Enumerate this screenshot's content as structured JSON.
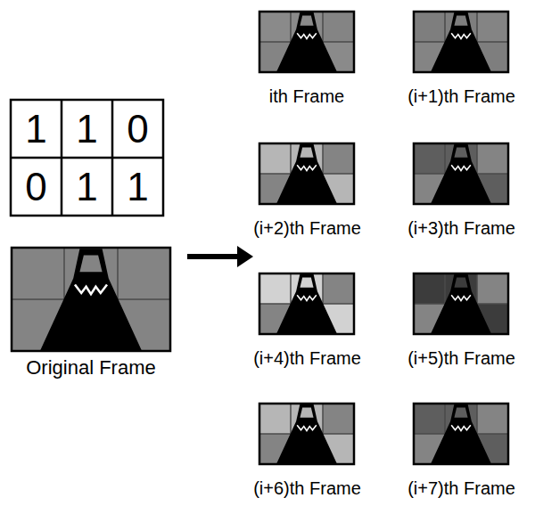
{
  "diagram": {
    "nodes": [
      {
        "text": [
          "Original Frame"
        ]
      },
      {
        "text": [
          "ith Frame"
        ]
      },
      {
        "text": [
          "(i+1)th Frame"
        ]
      },
      {
        "text": [
          "(i+2)th Frame"
        ]
      },
      {
        "text": [
          "(i+3)th Frame"
        ]
      },
      {
        "text": [
          "(i+4)th Frame"
        ]
      },
      {
        "text": [
          "(i+5)th Frame"
        ]
      },
      {
        "text": [
          "(i+6)th Frame"
        ]
      },
      {
        "text": [
          "(i+7)th Frame"
        ]
      }
    ],
    "labels": [
      "1",
      "1",
      "0",
      "0",
      "1",
      "1"
    ]
  }
}
